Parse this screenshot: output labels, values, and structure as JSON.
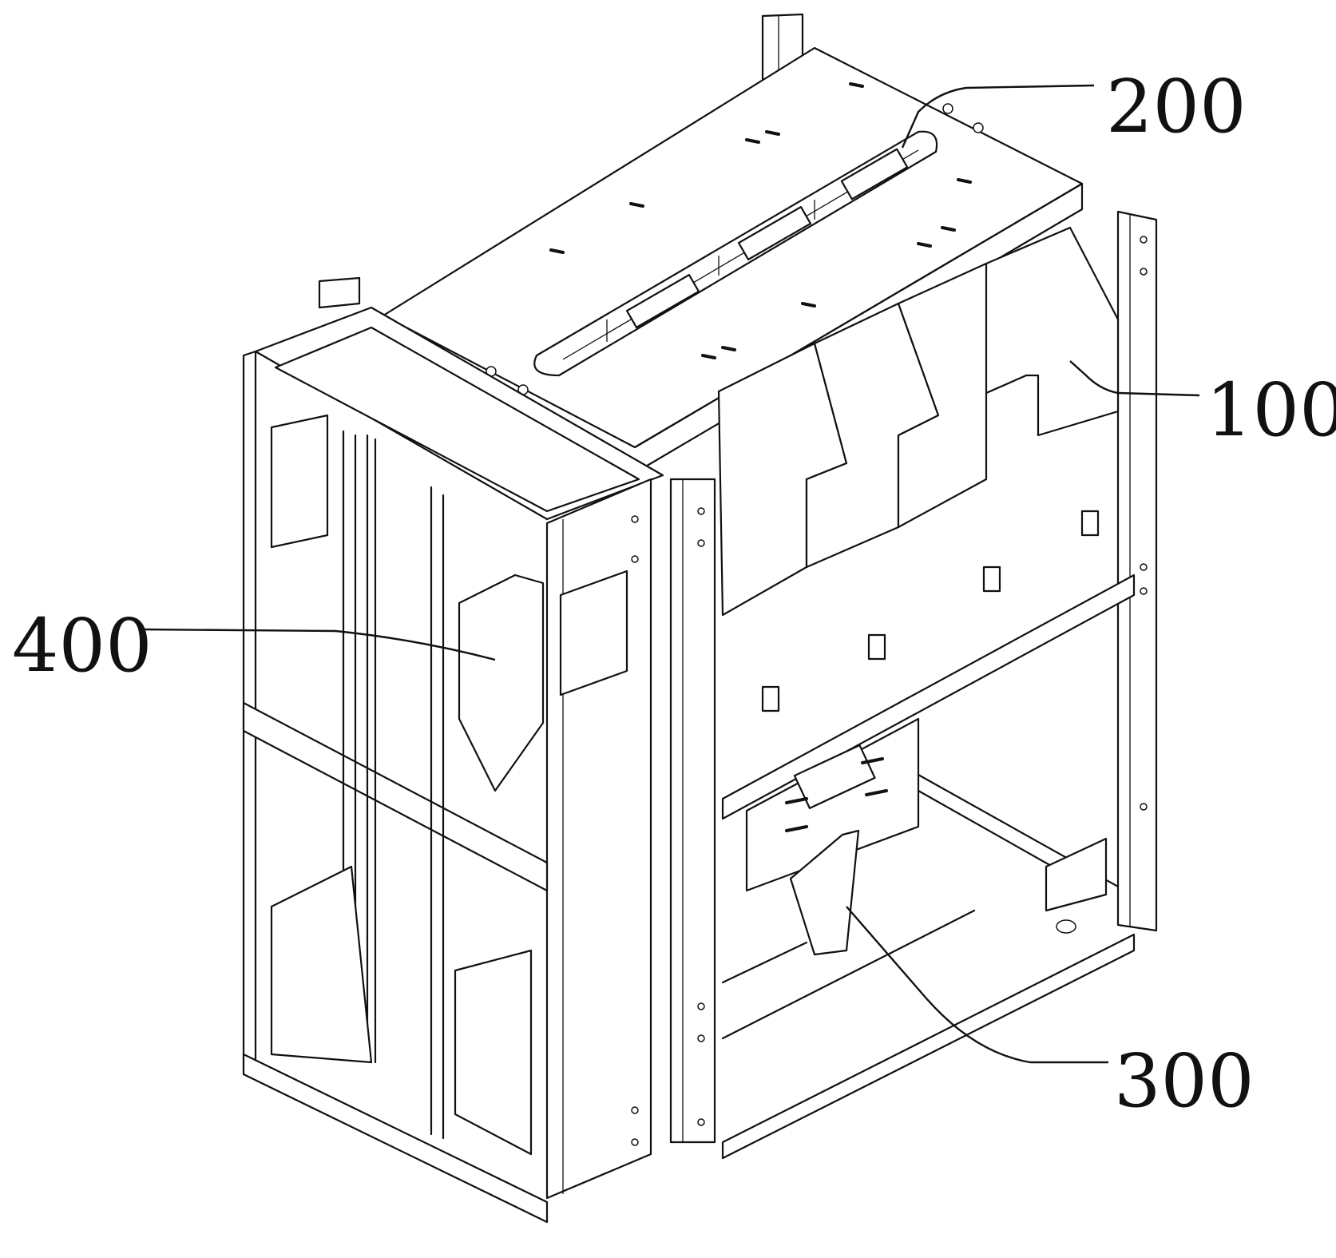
{
  "figure": {
    "callouts": [
      {
        "id": "100",
        "label": "100"
      },
      {
        "id": "200",
        "label": "200"
      },
      {
        "id": "300",
        "label": "300"
      },
      {
        "id": "400",
        "label": "400"
      }
    ]
  }
}
